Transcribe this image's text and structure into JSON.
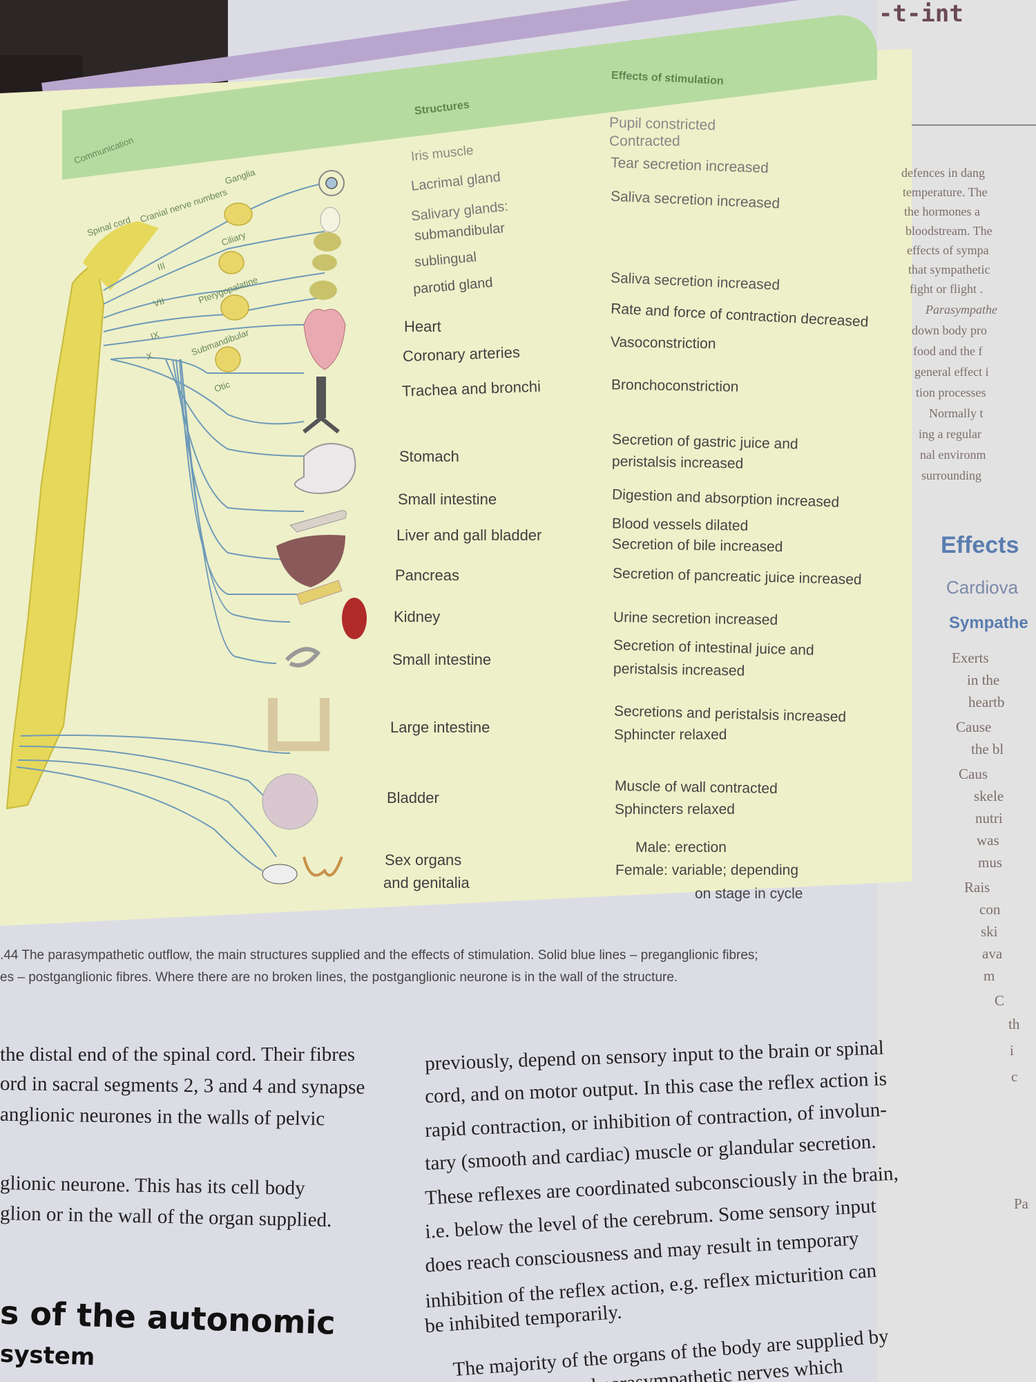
{
  "figure_header": {
    "section": "Communication",
    "spinal_cord": "Spinal cord",
    "cranial_nerve_numbers": "Cranial nerve numbers",
    "ganglia": "Ganglia",
    "structures": "Structures",
    "effects": "Effects of stimulation"
  },
  "nerve_labels": [
    "III",
    "VII",
    "IX",
    "X"
  ],
  "ganglia_labels": [
    "Ciliary",
    "Pterygopalatine",
    "Submandibular",
    "Otic"
  ],
  "structures": [
    "Iris muscle",
    "Lacrimal gland",
    "Salivary glands:",
    "submandibular",
    "sublingual",
    "parotid gland",
    "Heart",
    "Coronary arteries",
    "Trachea and bronchi",
    "Stomach",
    "Small intestine",
    "Liver and gall bladder",
    "Pancreas",
    "Kidney",
    "Small intestine",
    "Large intestine",
    "Bladder",
    "Sex organs",
    "and genitalia"
  ],
  "effects": [
    "Pupil constricted",
    "Contracted",
    "Tear secretion increased",
    "Saliva secretion increased",
    "Saliva secretion increased",
    "Rate and force of contraction decreased",
    "Vasoconstriction",
    "Bronchoconstriction",
    "Secretion of gastric juice and",
    "peristalsis increased",
    "Digestion and absorption increased",
    "Blood vessels dilated",
    "Secretion of bile increased",
    "Secretion of pancreatic juice increased",
    "Urine secretion increased",
    "Secretion of intestinal juice and",
    "peristalsis increased",
    "Secretions and peristalsis increased",
    "Sphincter relaxed",
    "Muscle of wall contracted",
    "Sphincters relaxed",
    "Male: erection",
    "Female: variable; depending",
    "on stage in cycle"
  ],
  "caption": [
    ".44 The parasympathetic outflow, the main structures supplied and the effects of stimulation. Solid blue lines – preganglionic fibres;",
    "es – postganglionic fibres. Where there are no broken lines, the postganglionic neurone is in the wall of the structure."
  ],
  "left_text": [
    "the distal end of the spinal cord. Their fibres",
    "ord in sacral segments 2, 3 and 4 and synapse",
    "anglionic neurones in the walls of pelvic",
    "glionic neurone. This has its cell body",
    "glion or in the wall of the organ supplied."
  ],
  "left_heading": [
    "s of the autonomic",
    "system"
  ],
  "right_text": [
    "previously, depend on sensory input to the brain or spinal",
    "cord, and on motor output. In this case the reflex action is",
    "rapid contraction, or inhibition of contraction, of involun-",
    "tary (smooth and cardiac) muscle or glandular secretion.",
    "These reflexes are coordinated subconsciously in the brain,",
    "i.e. below the level of the cerebrum. Some sensory input",
    "does reach consciousness and may result in temporary",
    "inhibition of the reflex action, e.g. reflex micturition can",
    "be inhibited temporarily.",
    "The majority of the organs of the body are supplied by",
    "both sympathetic and parasympathetic nerves which"
  ],
  "facing_page": {
    "top": "-t-int",
    "lines": [
      "defences in dang",
      "temperature. The",
      "the hormones a",
      "bloodstream. The",
      "effects of sympa",
      "that sympathetic",
      "fight or flight .",
      "Parasympathe",
      "down body pro",
      "food and the f",
      "general effect i",
      "tion processes",
      "Normally t",
      "ing a regular",
      "nal environm",
      "surrounding"
    ],
    "heading": "Effects",
    "sub1": "Cardiova",
    "sub2": "Sympathe",
    "bullets": [
      "Exerts",
      "in the",
      "heartb",
      "Cause",
      "the bl",
      "Caus",
      "skele",
      "nutri",
      "was",
      "mus",
      "Rais",
      "con",
      "ski",
      "ava",
      "m",
      "C",
      "th",
      "i",
      "c"
    ],
    "margin_pa": "Pa"
  },
  "colors": {
    "figure_bg": "#eef0c9",
    "header_band": "#b6dba0",
    "spinal_cord": "#e6d85a",
    "nerve_lines": "#6e9ab8",
    "ganglion": "#e9d66a",
    "heart": "#e8aab0",
    "liver": "#8a5a5a",
    "kidney": "#b02a2a"
  }
}
